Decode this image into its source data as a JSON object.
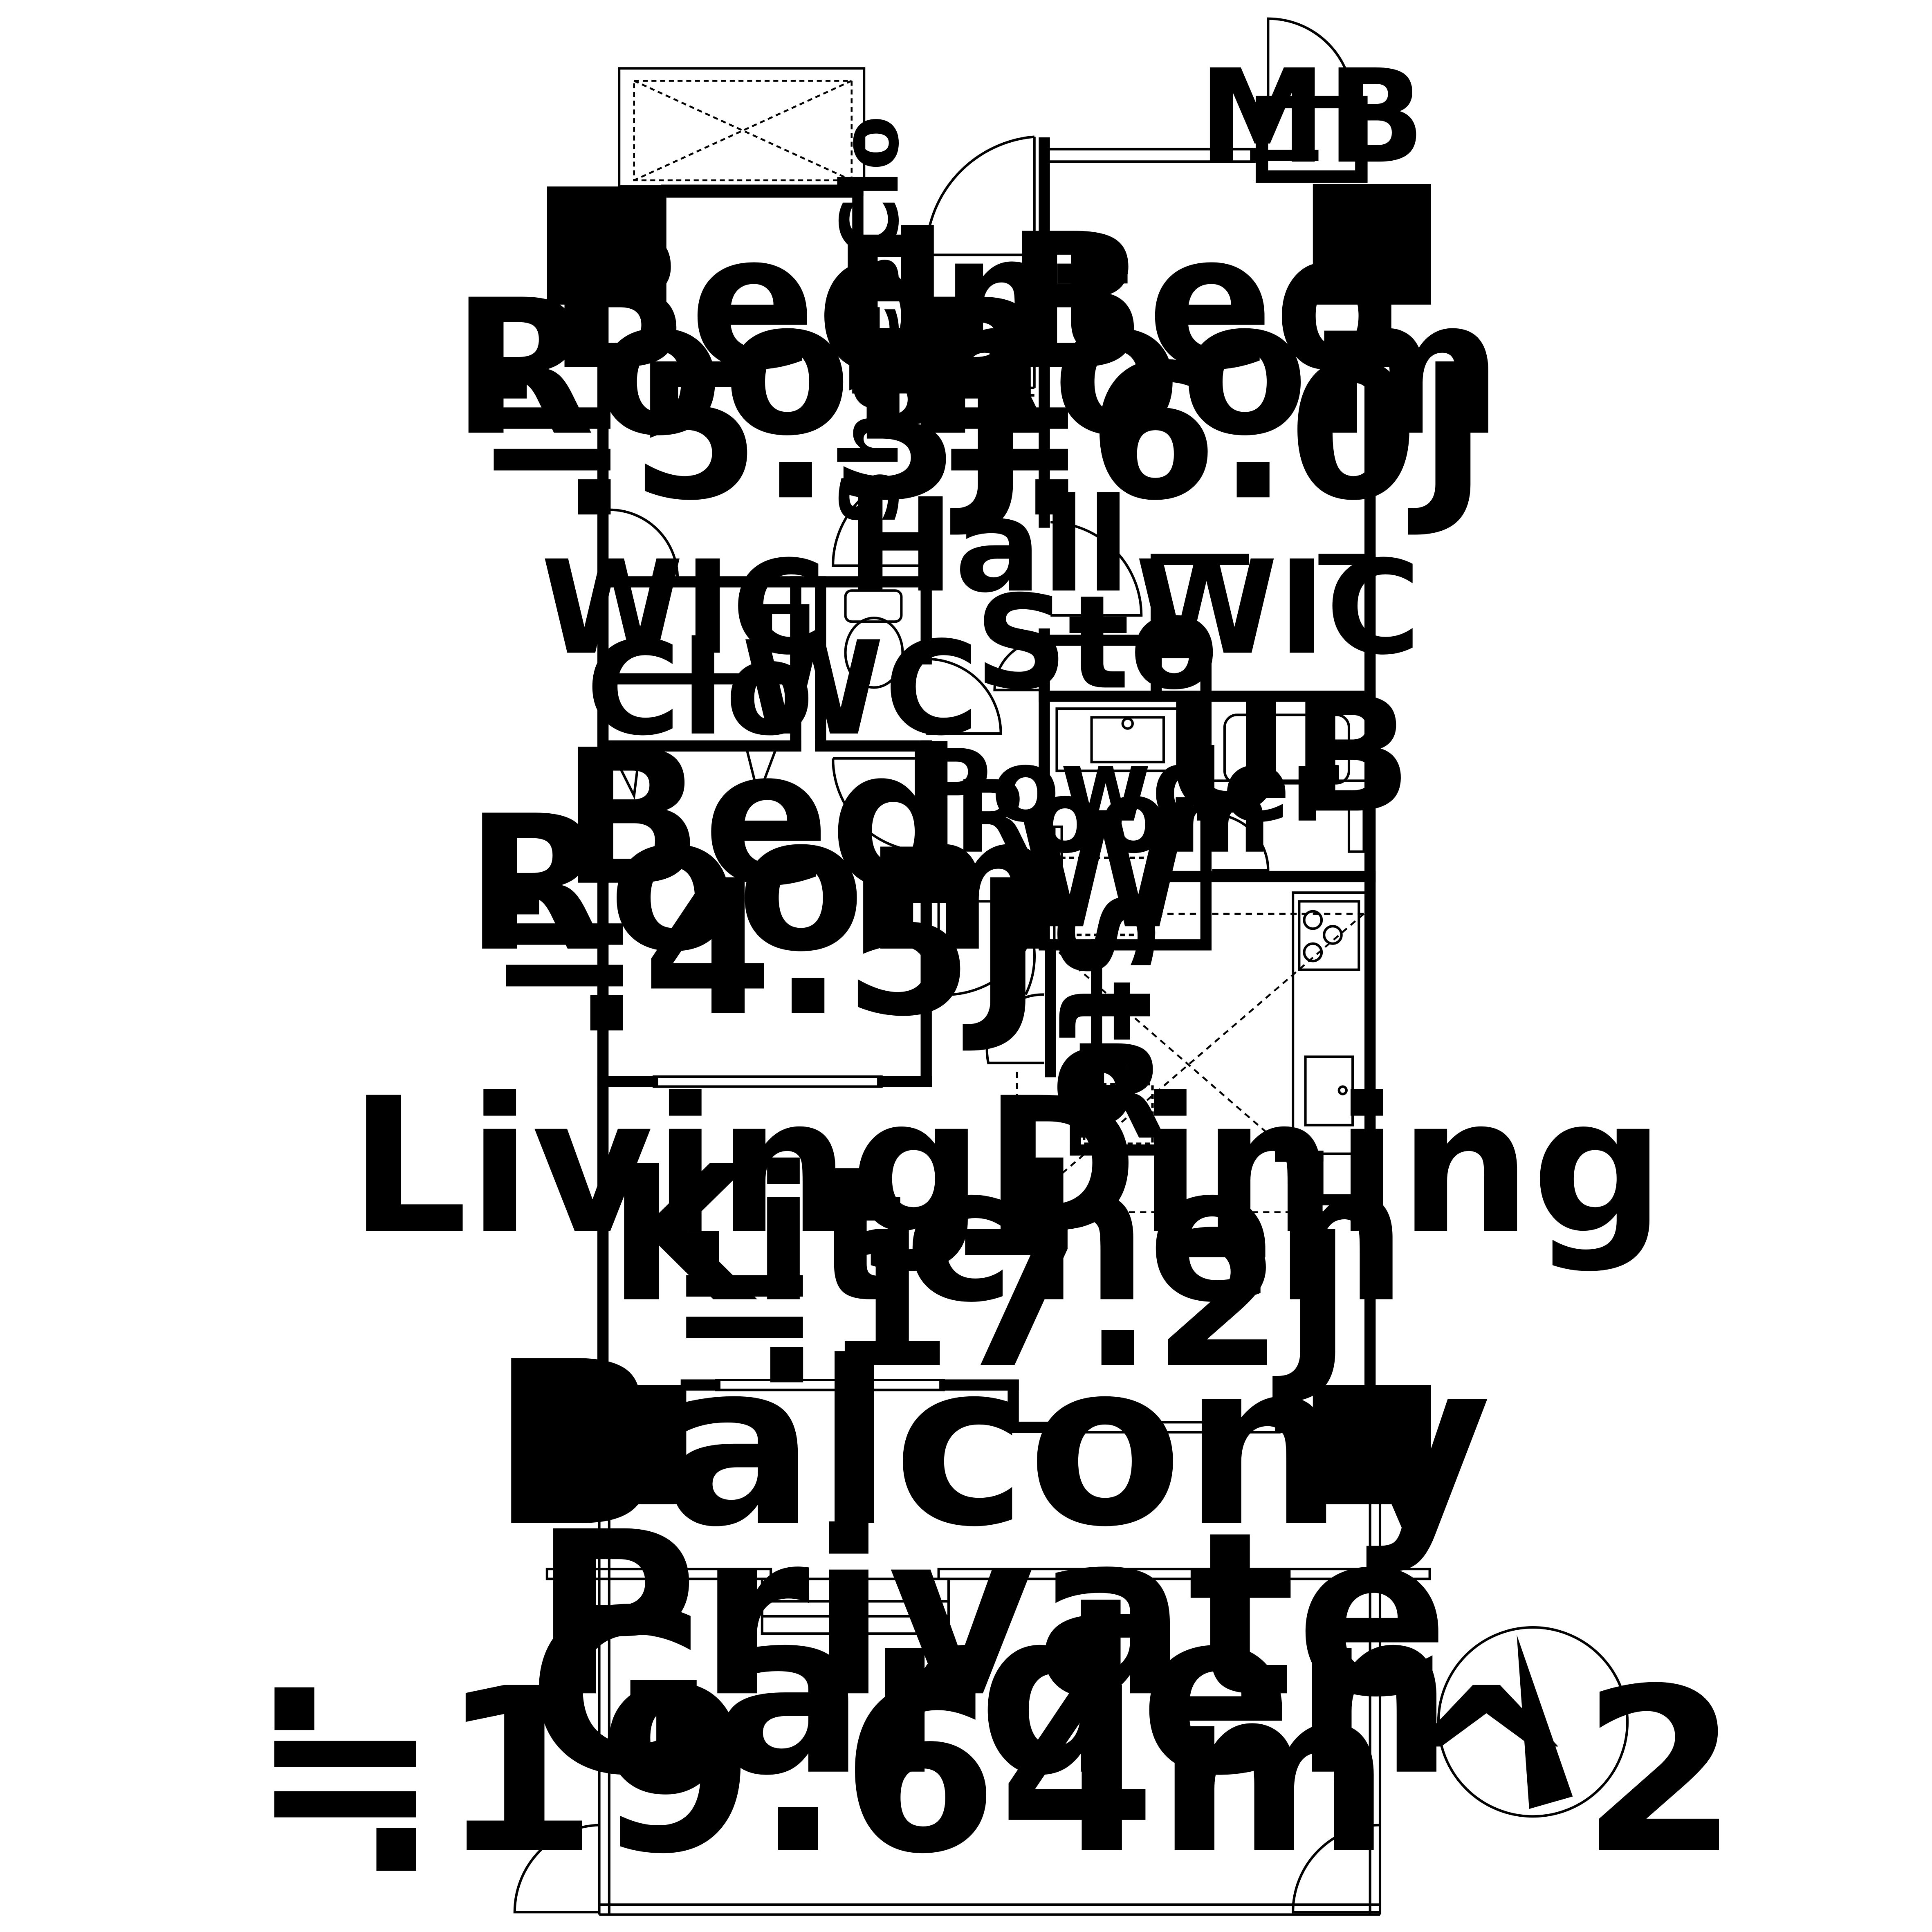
{
  "plan": {
    "rooms": {
      "bedroom_a": {
        "line1": "Bed",
        "line2": "Room",
        "area": "≒5.3J"
      },
      "bedroom_b": {
        "line1": "Bed",
        "line2": "Room",
        "area": "≒6.0J"
      },
      "bedroom_c": {
        "line1": "Bed",
        "line2": "Room",
        "area": "≒4.5J"
      },
      "ldk": {
        "line1": "LivingDining",
        "line2": "Kitchen",
        "area": "≒17.2J"
      },
      "balcony": {
        "label": "Balcony"
      },
      "garden": {
        "line1": "Private",
        "line2": "Garden",
        "area": "≒19.64m^2"
      }
    },
    "small_labels": {
      "entrance": "Ent",
      "shoes_closet": "ShoesClo",
      "meter_box": "MB",
      "hall": "Hall",
      "wic_left": "WIC",
      "wic_right": "WIC",
      "closet": "Clo",
      "toilet": "WC",
      "storage_upper": "Sto",
      "storage_lower": "Sto",
      "unit_bath": "UB",
      "powder_line1": "Powder",
      "powder_line2": "Room",
      "washer": "W",
      "fridge": "R"
    },
    "north_arrow": {
      "icon": "north-arrow-icon"
    }
  }
}
